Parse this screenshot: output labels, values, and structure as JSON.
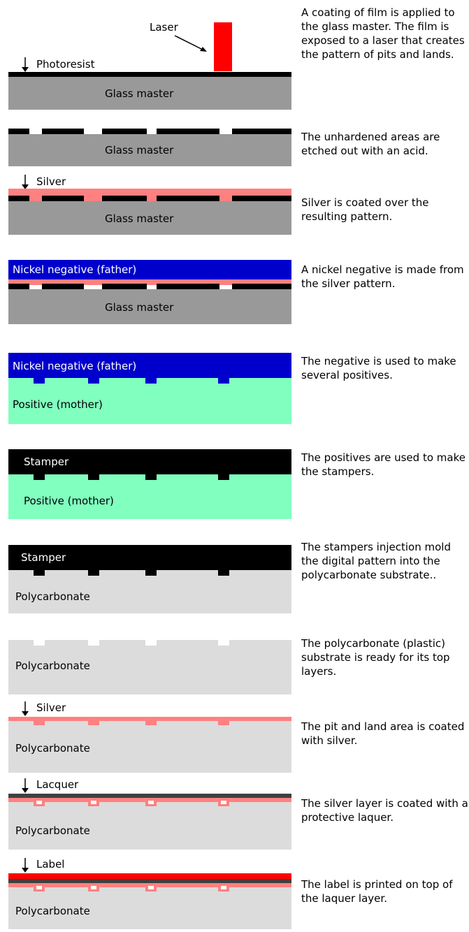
{
  "colors": {
    "glass": "#999999",
    "photoresist": "#000000",
    "silver": "#ff8080",
    "nickel": "#0000cc",
    "mother": "#80ffbf",
    "stamper": "#000000",
    "polycarbonate": "#dcdcdc",
    "lacquer": "#404040",
    "label": "#ff0000",
    "laser": "#ff0000"
  },
  "steps": [
    {
      "description": "A coating of film is applied to the glass master.  The film is exposed to a laser that creates the pattern of pits and lands.",
      "labels": {
        "laser": "Laser",
        "photoresist": "Photoresist",
        "glass": "Glass master"
      }
    },
    {
      "description": "The unhardened areas are etched out with an acid.",
      "labels": {
        "glass": "Glass master"
      }
    },
    {
      "description": "Silver is coated over the resulting pattern.",
      "labels": {
        "silver": "Silver",
        "glass": "Glass master"
      }
    },
    {
      "description": "A nickel negative is made from the silver pattern.",
      "labels": {
        "nickel": "Nickel negative (father)",
        "glass": "Glass master"
      }
    },
    {
      "description": "The negative is used to make several positives.",
      "labels": {
        "nickel": "Nickel negative (father)",
        "mother": "Positive (mother)"
      }
    },
    {
      "description": "The positives are used to make the stampers.",
      "labels": {
        "stamper": "Stamper",
        "mother": "Positive (mother)"
      }
    },
    {
      "description": "The stampers injection mold the digital pattern into the polycarbonate substrate..",
      "labels": {
        "stamper": "Stamper",
        "poly": "Polycarbonate"
      }
    },
    {
      "description": "The polycarbonate (plastic) substrate is ready for its top layers.",
      "labels": {
        "poly": "Polycarbonate"
      }
    },
    {
      "description": "The pit and land area is coated with silver.",
      "labels": {
        "silver": "Silver",
        "poly": "Polycarbonate"
      }
    },
    {
      "description": "The silver layer is coated with a protective laquer.",
      "labels": {
        "lacquer": "Lacquer",
        "poly": "Polycarbonate"
      }
    },
    {
      "description": "The label is printed on top of the laquer layer.",
      "labels": {
        "label": "Label",
        "poly": "Polycarbonate"
      }
    }
  ]
}
